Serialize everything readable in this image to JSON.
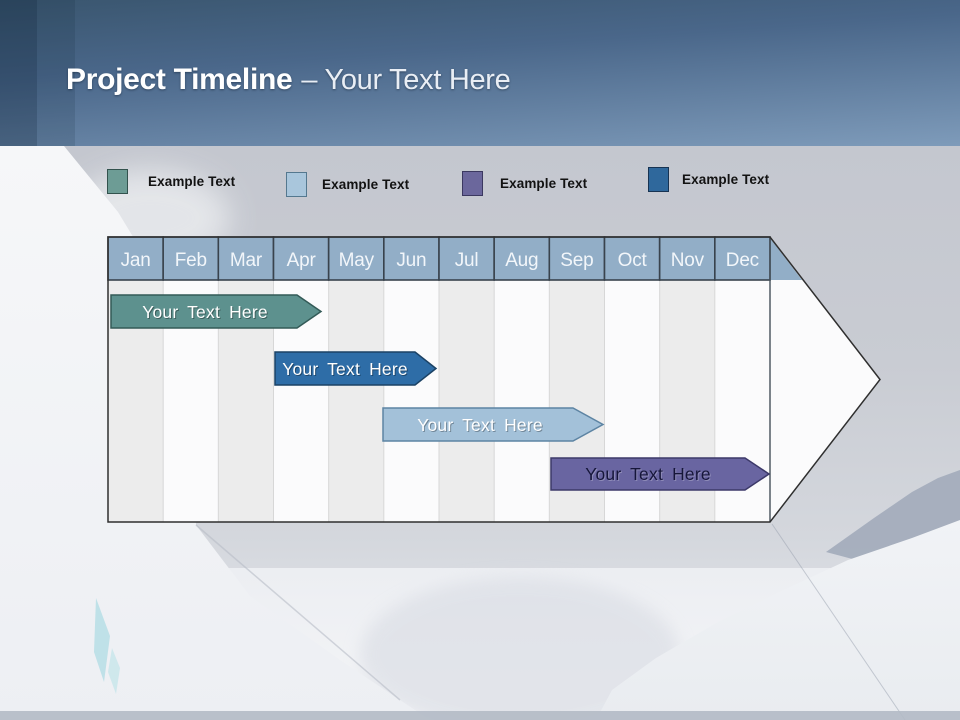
{
  "title": {
    "primary": "Project Timeline",
    "secondary": "– Your Text Here"
  },
  "legend": {
    "items": [
      {
        "label": "Example Text",
        "color": "#6d9c95",
        "border": "#32524d"
      },
      {
        "label": "Example Text",
        "color": "#a9c6dc",
        "border": "#54788f"
      },
      {
        "label": "Example Text",
        "color": "#6b679c",
        "border": "#3b3860"
      },
      {
        "label": "Example Text",
        "color": "#2f689c",
        "border": "#173352"
      }
    ]
  },
  "timeline": {
    "months": [
      "Jan",
      "Feb",
      "Mar",
      "Apr",
      "May",
      "Jun",
      "Jul",
      "Aug",
      "Sep",
      "Oct",
      "Nov",
      "Dec"
    ],
    "header_color": "#92aec7",
    "month_text_color": "#f2f6fa",
    "bars": [
      {
        "label": "Your Text Here",
        "start": "Jan",
        "end": "Apr",
        "color": "#5d918e",
        "border": "#335a57",
        "text_color": "#ffffff"
      },
      {
        "label": "Your Text Here",
        "start": "Apr",
        "end": "Jul",
        "color": "#2e6da7",
        "border": "#1b4265",
        "text_color": "#ffffff"
      },
      {
        "label": "Your Text Here",
        "start": "Jun",
        "end": "Oct",
        "color": "#a3c1d9",
        "border": "#5d84a3",
        "text_color": "#ffffff"
      },
      {
        "label": "Your Text Here",
        "start": "Sep",
        "end": "Dec",
        "color": "#6965a1",
        "border": "#3c3969",
        "text_color": "#16163a"
      }
    ]
  },
  "chart_data": {
    "type": "bar",
    "title": "Project Timeline – Your Text Here",
    "categories": [
      "Jan",
      "Feb",
      "Mar",
      "Apr",
      "May",
      "Jun",
      "Jul",
      "Aug",
      "Sep",
      "Oct",
      "Nov",
      "Dec"
    ],
    "series": [
      {
        "name": "Your Text Here",
        "start": "Jan",
        "end": "Apr",
        "color": "#5d918e"
      },
      {
        "name": "Your Text Here",
        "start": "Apr",
        "end": "Jul",
        "color": "#2e6da7"
      },
      {
        "name": "Your Text Here",
        "start": "Jun",
        "end": "Oct",
        "color": "#a3c1d9"
      },
      {
        "name": "Your Text Here",
        "start": "Sep",
        "end": "Dec",
        "color": "#6965a1"
      }
    ],
    "legend_position": "top",
    "grid": "vertical-columns"
  }
}
